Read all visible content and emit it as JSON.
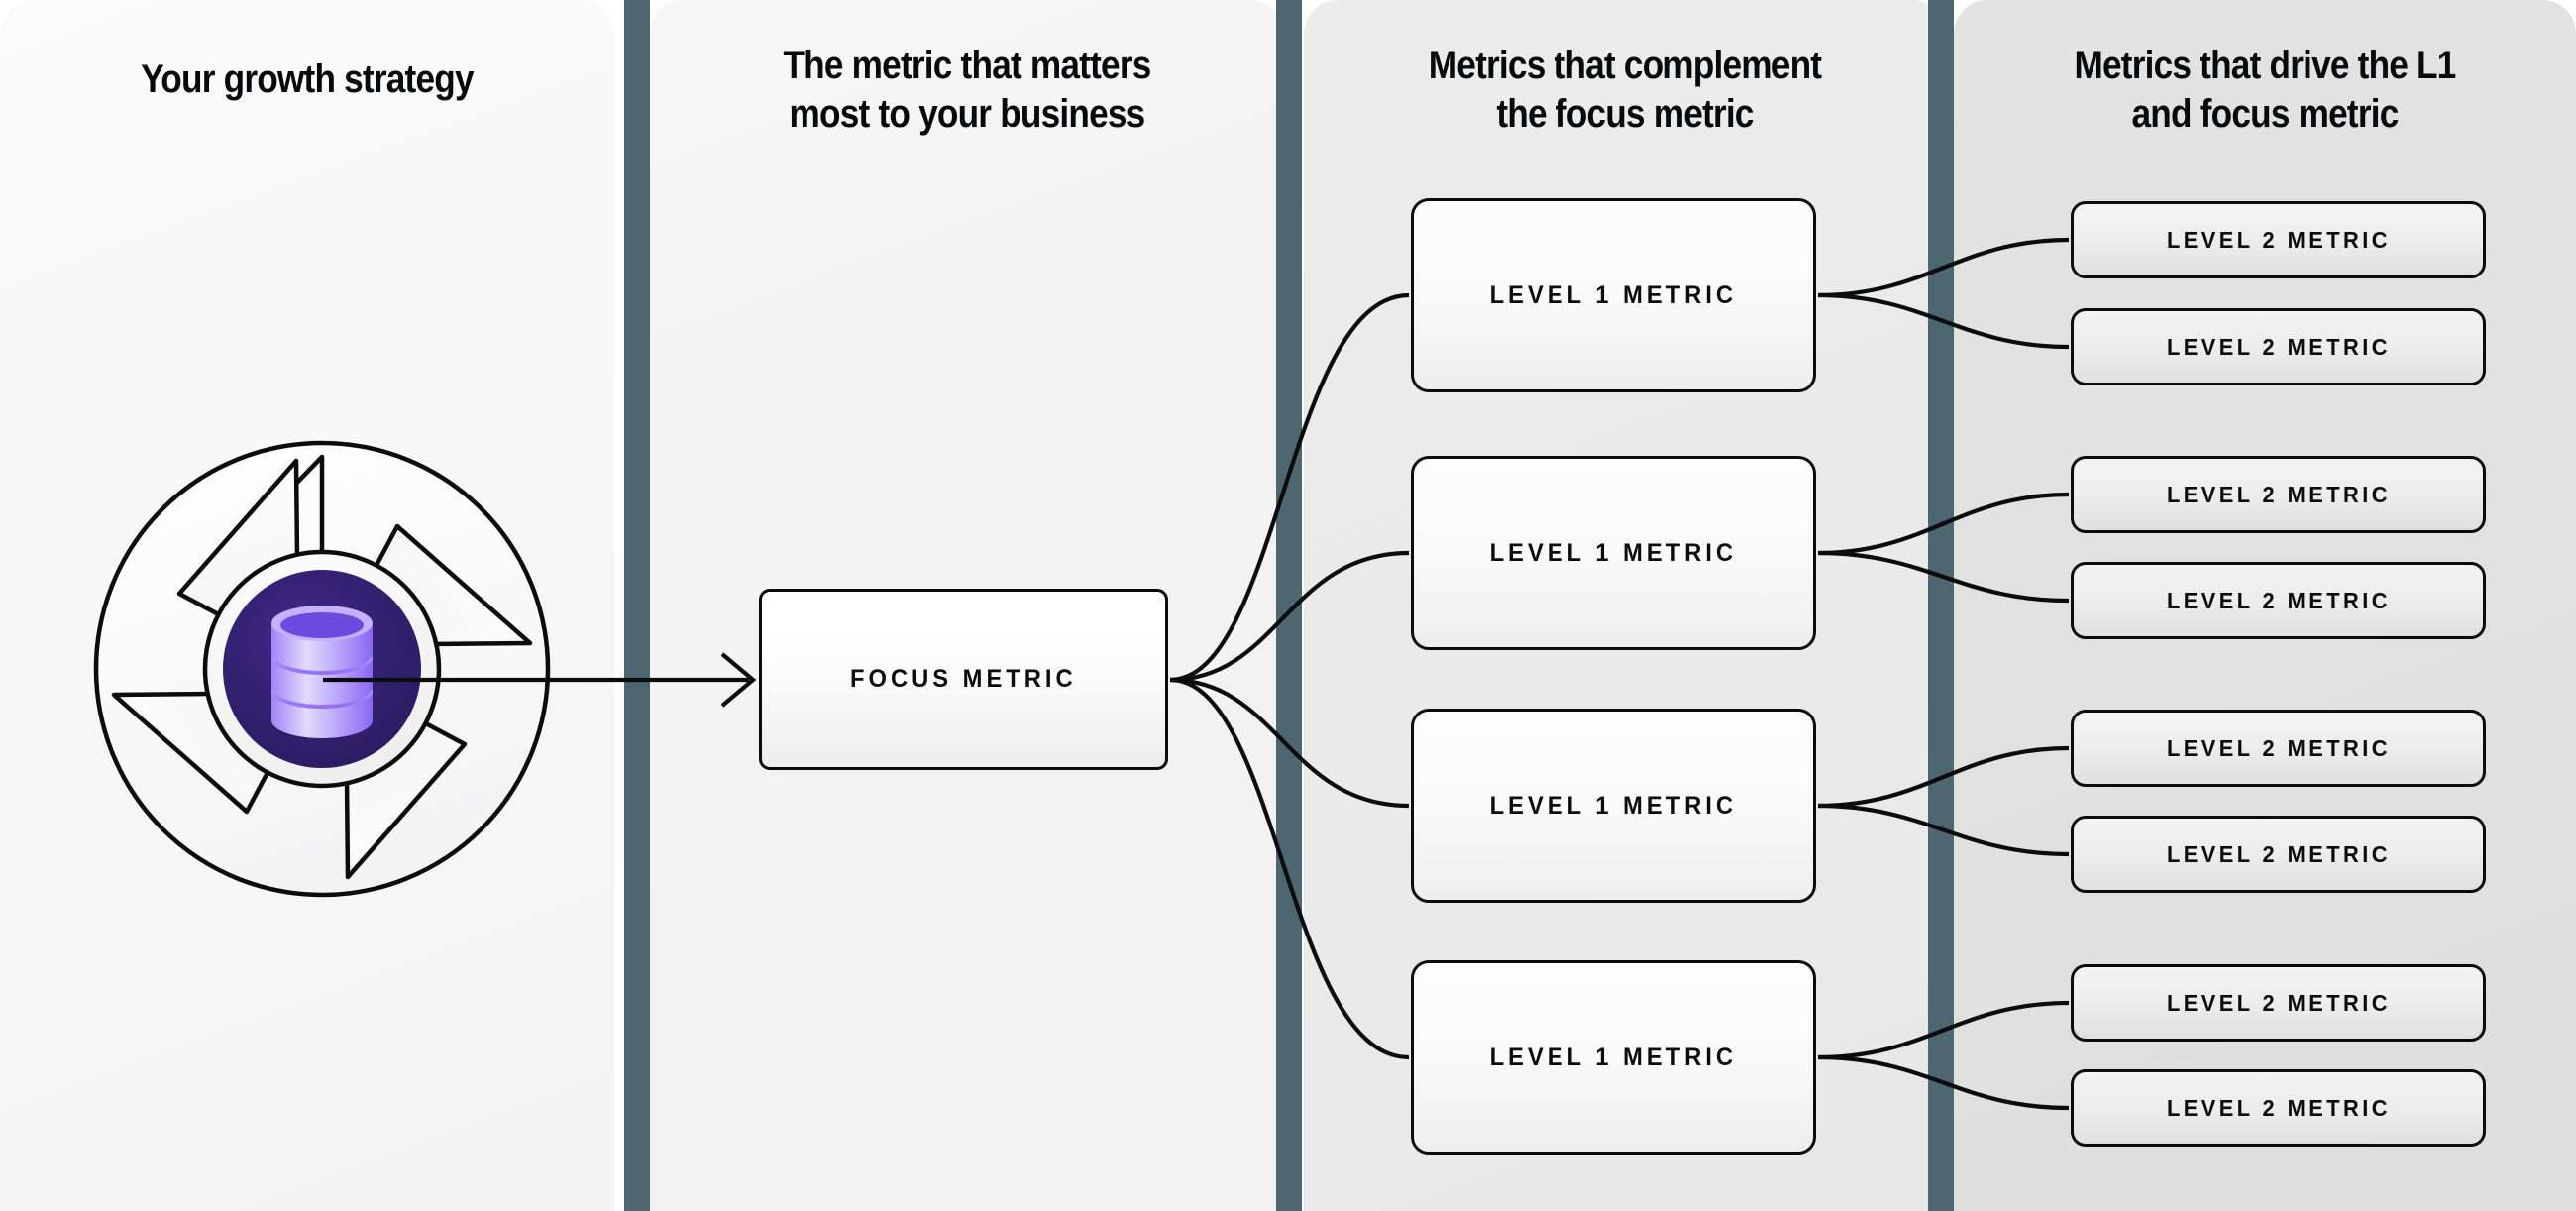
{
  "diagram": {
    "title": "Metric tree / growth strategy framework",
    "columns": [
      {
        "heading": "Your growth strategy"
      },
      {
        "heading": "The metric that matters\nmost to your business"
      },
      {
        "heading": "Metrics that complement\nthe focus metric"
      },
      {
        "heading": "Metrics that drive the L1\nand focus metric"
      }
    ],
    "icon": {
      "name": "aperture-database-icon",
      "outer_shape": "aperture-blades",
      "blade_count": 4,
      "core_glyph": "database-cylinder",
      "core_bg_color": "#2e1c6b",
      "core_glyph_color": "#a38ff7",
      "ring_color": "#f2f2f2",
      "stroke_color": "#0b0c0d"
    },
    "focus_node": {
      "label": "FOCUS METRIC"
    },
    "level1_nodes": [
      {
        "label": "LEVEL 1 METRIC"
      },
      {
        "label": "LEVEL 1 METRIC"
      },
      {
        "label": "LEVEL 1 METRIC"
      },
      {
        "label": "LEVEL 1 METRIC"
      }
    ],
    "level2_nodes": [
      {
        "label": "LEVEL 2 METRIC"
      },
      {
        "label": "LEVEL 2 METRIC"
      },
      {
        "label": "LEVEL 2 METRIC"
      },
      {
        "label": "LEVEL 2 METRIC"
      },
      {
        "label": "LEVEL 2 METRIC"
      },
      {
        "label": "LEVEL 2 METRIC"
      },
      {
        "label": "LEVEL 2 METRIC"
      },
      {
        "label": "LEVEL 2 METRIC"
      }
    ],
    "colors": {
      "divider": "#4d6670",
      "panel_1": "#f8f8f8",
      "panel_2": "#f3f3f3",
      "panel_3": "#eaeaea",
      "panel_4": "#e1e1e1",
      "stroke": "#0b0c0d",
      "text": "#08090a",
      "accent_purple": "#5b33d6"
    }
  }
}
